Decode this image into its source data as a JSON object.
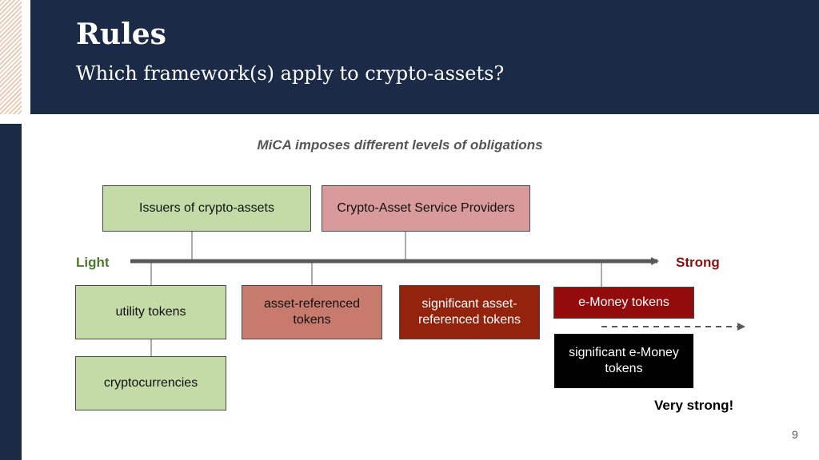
{
  "header": {
    "title": "Rules",
    "subtitle": "Which framework(s) apply to crypto-assets?"
  },
  "diagram": {
    "title": "MiCA imposes different levels of obligations",
    "scale": {
      "light_label": "Light",
      "strong_label": "Strong",
      "very_strong_label": "Very strong!"
    },
    "top_nodes": {
      "issuers": "Issuers of crypto-assets",
      "casp": "Crypto-Asset Service Providers"
    },
    "token_nodes": {
      "utility": "utility tokens",
      "cryptocurrencies": "cryptocurrencies",
      "asset_referenced": "asset-referenced tokens",
      "significant_asset_referenced": "significant asset-referenced tokens",
      "emoney": "e-Money tokens",
      "significant_emoney": "significant e-Money tokens"
    },
    "colors": {
      "light_green": "#c4dba7",
      "pink": "#d99a9b",
      "salmon": "#c87a6c",
      "rust": "#93230d",
      "dark_red": "#930b0b",
      "black": "#000000",
      "navy": "#1b2a47"
    }
  },
  "footer": {
    "page_number": "9"
  }
}
